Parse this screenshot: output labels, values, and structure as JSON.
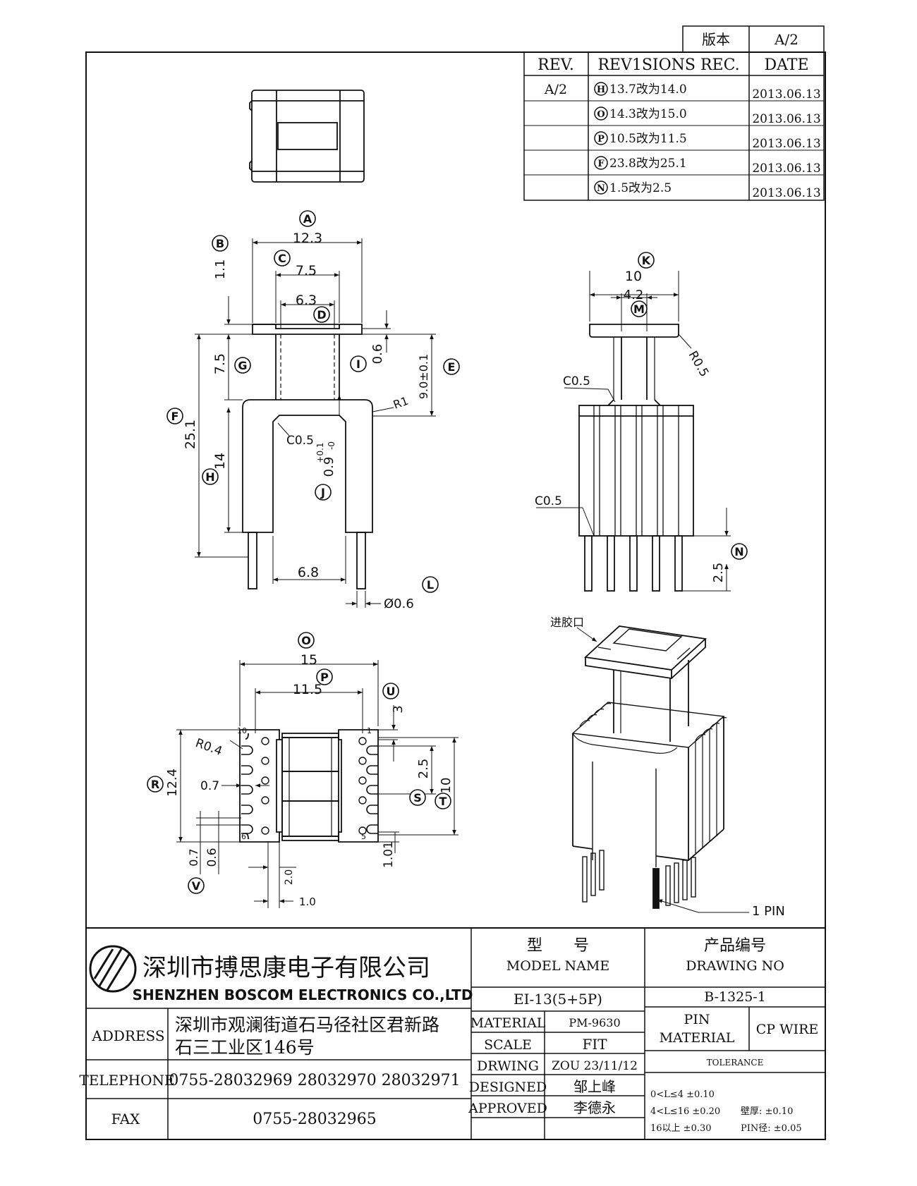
{
  "version_box": {
    "label": "版本",
    "value": "A/2"
  },
  "revisions": {
    "headers": {
      "rev": "REV.",
      "rec": "REV1SIONS REC.",
      "date": "DATE"
    },
    "rev_value": "A/2",
    "rows": [
      {
        "mark": "H",
        "text": "13.7改为14.0",
        "date": "2013.06.13"
      },
      {
        "mark": "O",
        "text": "14.3改为15.0",
        "date": "2013.06.13"
      },
      {
        "mark": "P",
        "text": "10.5改为11.5",
        "date": "2013.06.13"
      },
      {
        "mark": "F",
        "text": "23.8改为25.1",
        "date": "2013.06.13"
      },
      {
        "mark": "N",
        "text": "1.5改为2.5",
        "date": "2013.06.13"
      }
    ]
  },
  "front_view": {
    "dims": {
      "A": "12.3",
      "B": "1.1",
      "C": "7.5",
      "D": "6.3",
      "G": "7.5",
      "I": "0.6",
      "E": "9.0±0.1",
      "F": "25.1",
      "H": "14",
      "J": "0.9",
      "J_tol_top": "+0.1",
      "J_tol_bottom": "-0",
      "K_bottom": "6.8",
      "L": "Ø0.6",
      "R1": "R1",
      "C05": "C0.5"
    },
    "markers": [
      "A",
      "B",
      "C",
      "D",
      "E",
      "F",
      "G",
      "H",
      "I",
      "J",
      "L"
    ]
  },
  "side_view": {
    "dims": {
      "K": "10",
      "M": "4.2",
      "R": "R0.5",
      "C05a": "C0.5",
      "C05b": "C0.5",
      "N": "2.5"
    },
    "markers": [
      "K",
      "M",
      "N"
    ]
  },
  "bottom_view": {
    "dims": {
      "O": "15",
      "P": "11.5",
      "U": "3",
      "R04": "R0.4",
      "R": "12.4",
      "w07": "0.7",
      "S": "2.5",
      "T": "10",
      "V": "0.7",
      "b06": "0.6",
      "b101": "1.01",
      "b20": "2.0",
      "b10": "1.0"
    },
    "pin_numbers": {
      "tl": "10",
      "bl": "6",
      "tr": "1",
      "br": "5"
    },
    "markers": [
      "O",
      "P",
      "U",
      "R",
      "S",
      "T",
      "V"
    ]
  },
  "iso_view": {
    "gate_label": "进胶口",
    "pin_label": "1 PIN"
  },
  "title_block": {
    "company_cn": "深圳市搏思康电子有限公司",
    "company_en": "SHENZHEN BOSCOM ELECTRONICS CO.,LTD",
    "address_label": "ADDRESS",
    "address_line1": "深圳市观澜街道石马径社区君新路",
    "address_line2": "石三工业区146号",
    "telephone_label": "TELEPHONE",
    "telephone": "0755-28032969 28032970 28032971",
    "fax_label": "FAX",
    "fax": "0755-28032965",
    "model_cn": "型　　号",
    "model_en": "MODEL NAME",
    "model_value": "EI-13(5+5P)",
    "drawing_cn": "产品编号",
    "drawing_en": "DRAWING NO",
    "drawing_value": "B-1325-1",
    "material_label": "MATERIAL",
    "material_value": "PM-9630",
    "scale_label": "SCALE",
    "scale_value": "FIT",
    "drwing_label": "DRWING",
    "drwing_value": "ZOU 23/11/12",
    "designed_label": "DESIGNED",
    "designed_value": "邹上峰",
    "approved_label": "APPROVED",
    "approved_value": "李德永",
    "pin_material_label1": "PIN",
    "pin_material_label2": "MATERIAL",
    "pin_material_value": "CP WIRE",
    "tolerance_label": "TOLERANCE",
    "tol_1": "0<L≤4  ±0.10",
    "tol_2": "4<L≤16  ±0.20",
    "tol_3": "16以上    ±0.30",
    "tol_wall": "壁厚:  ±0.10",
    "tol_pin": "PIN径: ±0.05"
  }
}
